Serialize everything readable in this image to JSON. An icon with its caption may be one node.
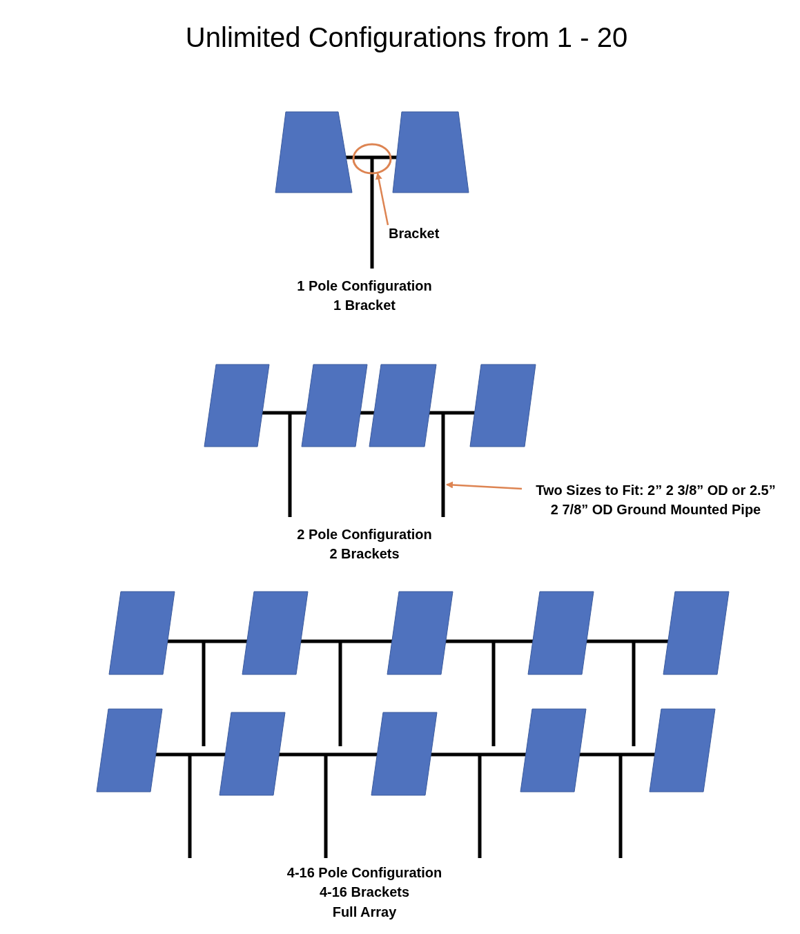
{
  "diagram": {
    "title": "Unlimited Configurations from 1 - 20",
    "nodes": [
      {
        "text": [],
        "shape": "circle"
      },
      {
        "text": [
          "Bracket"
        ]
      },
      {
        "text": [],
        "shape": "bar"
      },
      {
        "text": [
          "Two Sizes to Fit: 2” 2 3/8” OD or 2.5” 2 7/8” OD Ground Mounted Pipe"
        ]
      }
    ],
    "edges": [
      {
        "from": 1,
        "to": 0,
        "arrow": "to"
      },
      {
        "from": 3,
        "to": 2,
        "arrow": "to"
      }
    ],
    "labels": [
      "1 Pole Configuration",
      "1 Bracket",
      "2 Pole Configuration",
      "2 Brackets",
      "4-16 Pole Configuration",
      "4-16 Brackets",
      "Full Array"
    ]
  }
}
